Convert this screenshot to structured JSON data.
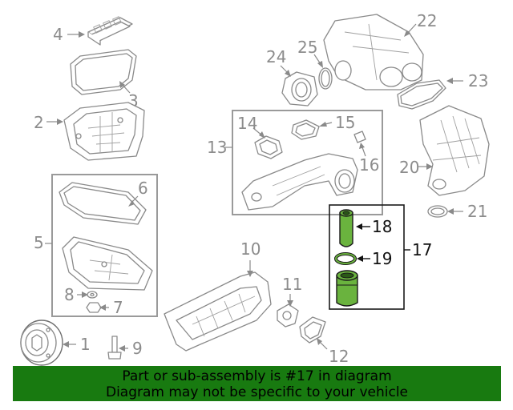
{
  "callouts": {
    "c1": "1",
    "c2": "2",
    "c3": "3",
    "c4": "4",
    "c5": "5",
    "c6": "6",
    "c7": "7",
    "c8": "8",
    "c9": "9",
    "c10": "10",
    "c11": "11",
    "c12": "12",
    "c13": "13",
    "c14": "14",
    "c15": "15",
    "c16": "16",
    "c17": "17",
    "c18": "18",
    "c19": "19",
    "c20": "20",
    "c21": "21",
    "c22": "22",
    "c23": "23",
    "c24": "24",
    "c25": "25"
  },
  "highlight_color": "#6ab33e",
  "banner": {
    "line1": "Part or sub-assembly is #17 in diagram",
    "line2": "Diagram may not be specific to your vehicle",
    "background": "#187a10"
  }
}
